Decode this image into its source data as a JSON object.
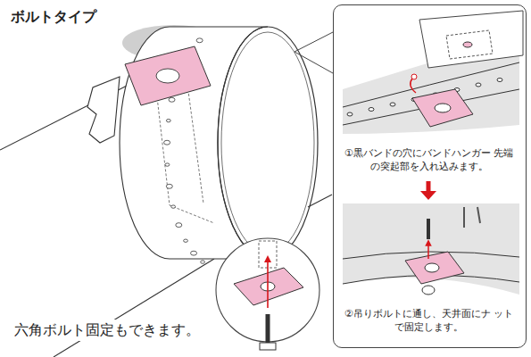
{
  "diagram": {
    "title": "ボルトタイプ",
    "nodes": [
      {
        "text": [
          "①黒バンドの穴にバンドハンガー 先端の突起部を入れ込みます。",
          "②吊りボルトに通し、天井面にナ ットで固定します。"
        ]
      }
    ],
    "labels": [
      "六角ボルト固定もできます。"
    ]
  }
}
